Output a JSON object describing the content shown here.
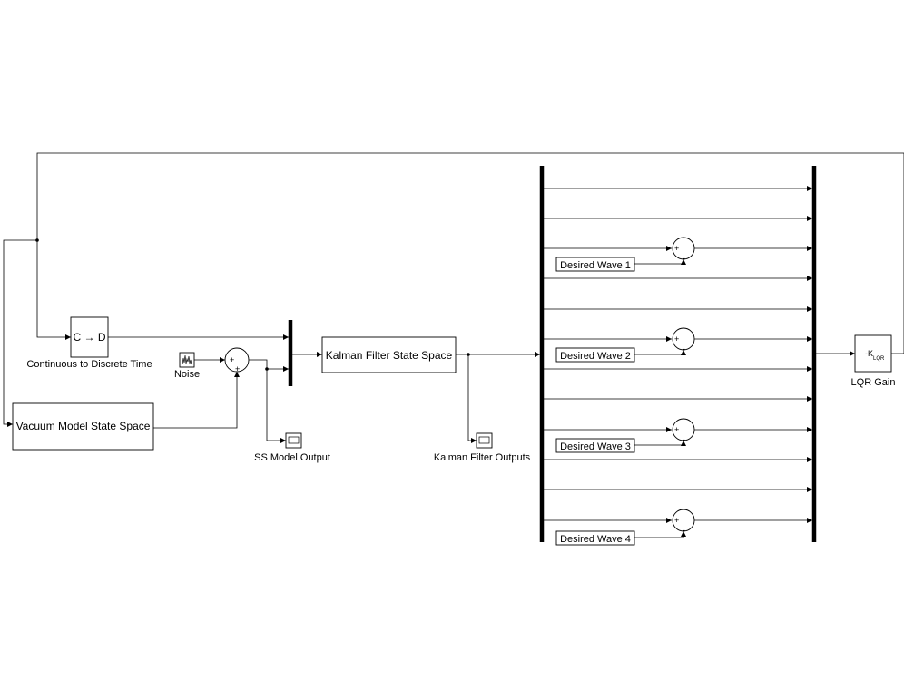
{
  "blocks": {
    "c2d": {
      "text": "C → D",
      "caption": "Continuous to Discrete Time"
    },
    "noise": {
      "caption": "Noise"
    },
    "vacuum": {
      "text": "Vacuum Model State Space"
    },
    "ss_scope": {
      "caption": "SS Model Output"
    },
    "kalman": {
      "text": "Kalman Filter State Space"
    },
    "kf_scope": {
      "caption": "Kalman Filter Outputs"
    },
    "lqr": {
      "gain_symbol": "-K",
      "gain_sub": "LQR",
      "caption": "LQR Gain"
    },
    "waves": [
      {
        "label": "Desired Wave 1"
      },
      {
        "label": "Desired Wave 2"
      },
      {
        "label": "Desired Wave 3"
      },
      {
        "label": "Desired Wave 4"
      }
    ]
  },
  "sum_signs": {
    "plus": "+",
    "minus": "-"
  }
}
